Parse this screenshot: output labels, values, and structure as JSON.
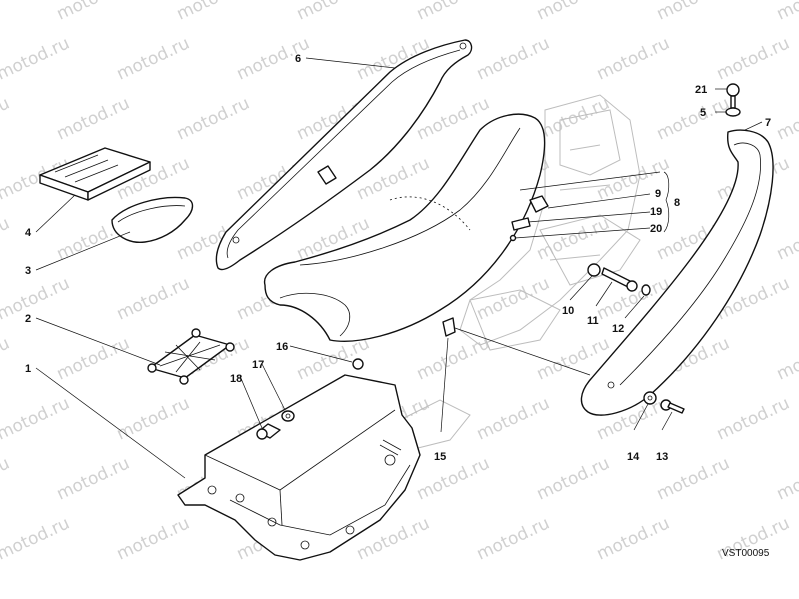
{
  "watermark": "motod.ru",
  "drawing_code": "VST00095",
  "callouts": {
    "c1": "1",
    "c2": "2",
    "c3": "3",
    "c4": "4",
    "c5": "5",
    "c6": "6",
    "c7": "7",
    "c8": "8",
    "c9": "9",
    "c10": "10",
    "c11": "11",
    "c12": "12",
    "c13": "13",
    "c14": "14",
    "c15": "15",
    "c16": "16",
    "c17": "17",
    "c18": "18",
    "c19": "19",
    "c20": "20",
    "c21": "21"
  }
}
